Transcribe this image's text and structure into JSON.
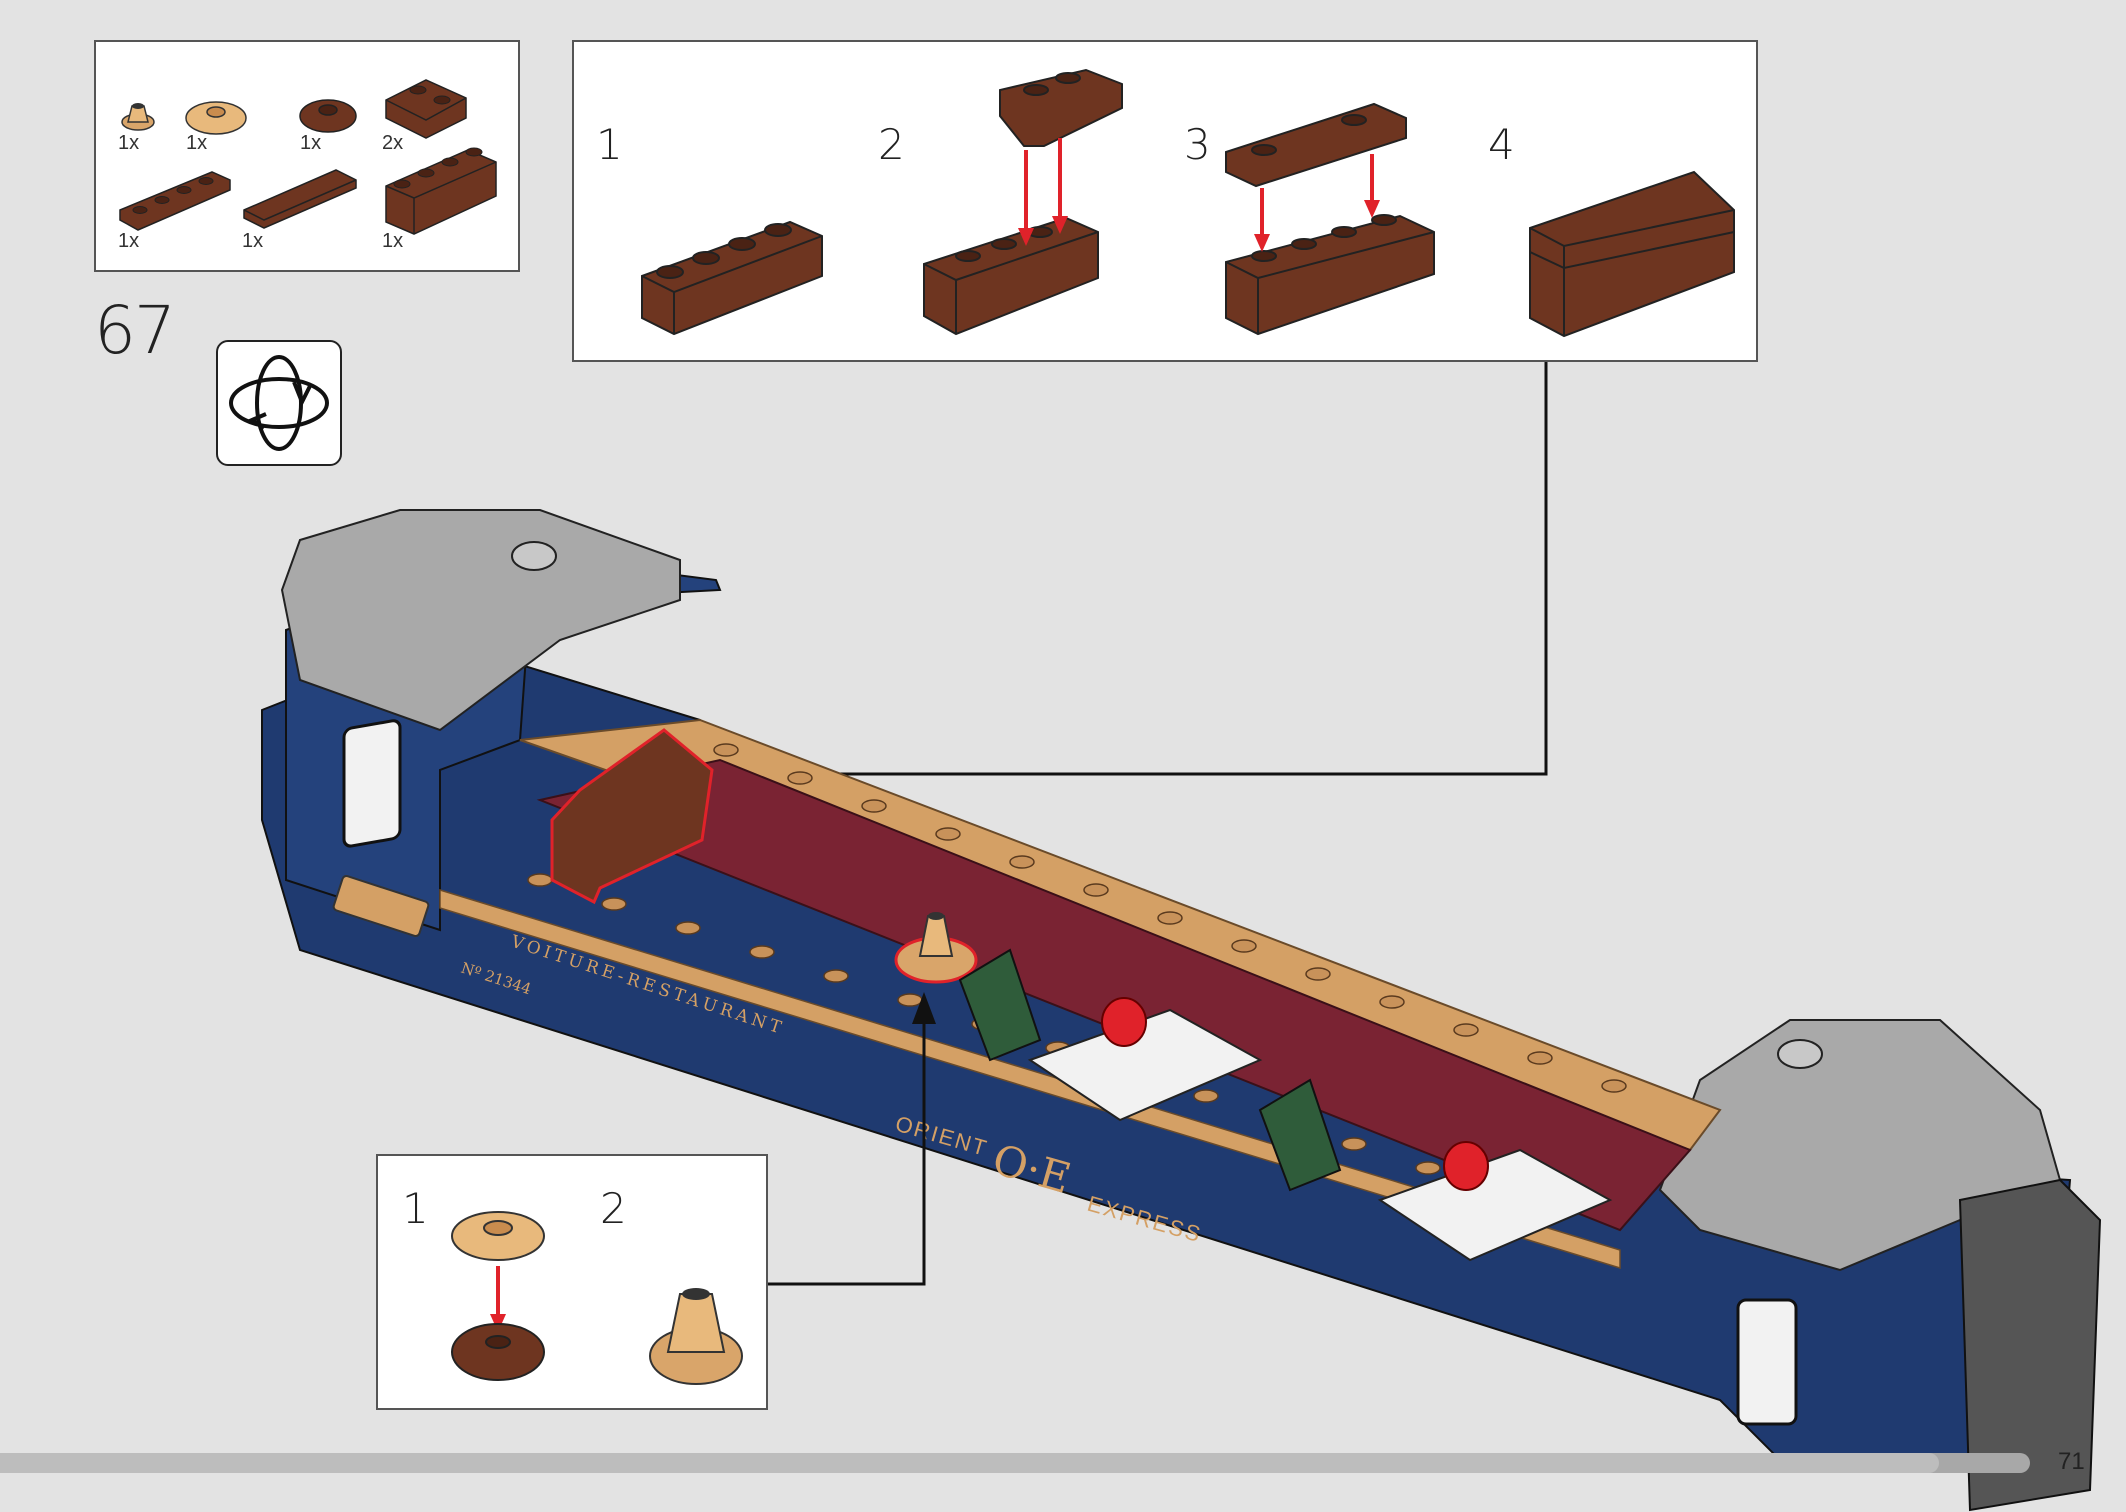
{
  "step": {
    "number": "67"
  },
  "parts_list": {
    "items": [
      {
        "name": "tan-cone-piece",
        "qty": "1x",
        "color": "#e8b97c"
      },
      {
        "name": "tan-round-tile",
        "qty": "1x",
        "color": "#e8b97c"
      },
      {
        "name": "brown-round-plate",
        "qty": "1x",
        "color": "#6e3520"
      },
      {
        "name": "brown-bracket-plate",
        "qty": "2x",
        "color": "#6e3520"
      },
      {
        "name": "brown-plate-1x4",
        "qty": "1x",
        "color": "#6e3520"
      },
      {
        "name": "brown-tile-1x4",
        "qty": "1x",
        "color": "#6e3520"
      },
      {
        "name": "brown-brick-1x4",
        "qty": "1x",
        "color": "#6e3520"
      }
    ]
  },
  "sub_build_top": {
    "steps": [
      "1",
      "2",
      "3",
      "4"
    ]
  },
  "sub_build_bottom": {
    "steps": [
      "1",
      "2"
    ]
  },
  "train": {
    "name_line": "VOITURE-RESTAURANT",
    "car_number": "Nº 21344",
    "brand_left": "ORIENT",
    "brand_logo": "O·E",
    "brand_right": "EXPRESS",
    "body_color": "#1f3a70",
    "trim_color": "#d4a065",
    "roof_color": "#a9a9a9",
    "floor_color": "#7a2333",
    "seat_color": "#2f5c3a",
    "highlight_color": "#e0222a"
  },
  "rotate_icon": "rotate-model-icon",
  "page": {
    "number": "71",
    "progress_fraction": 0.955
  }
}
